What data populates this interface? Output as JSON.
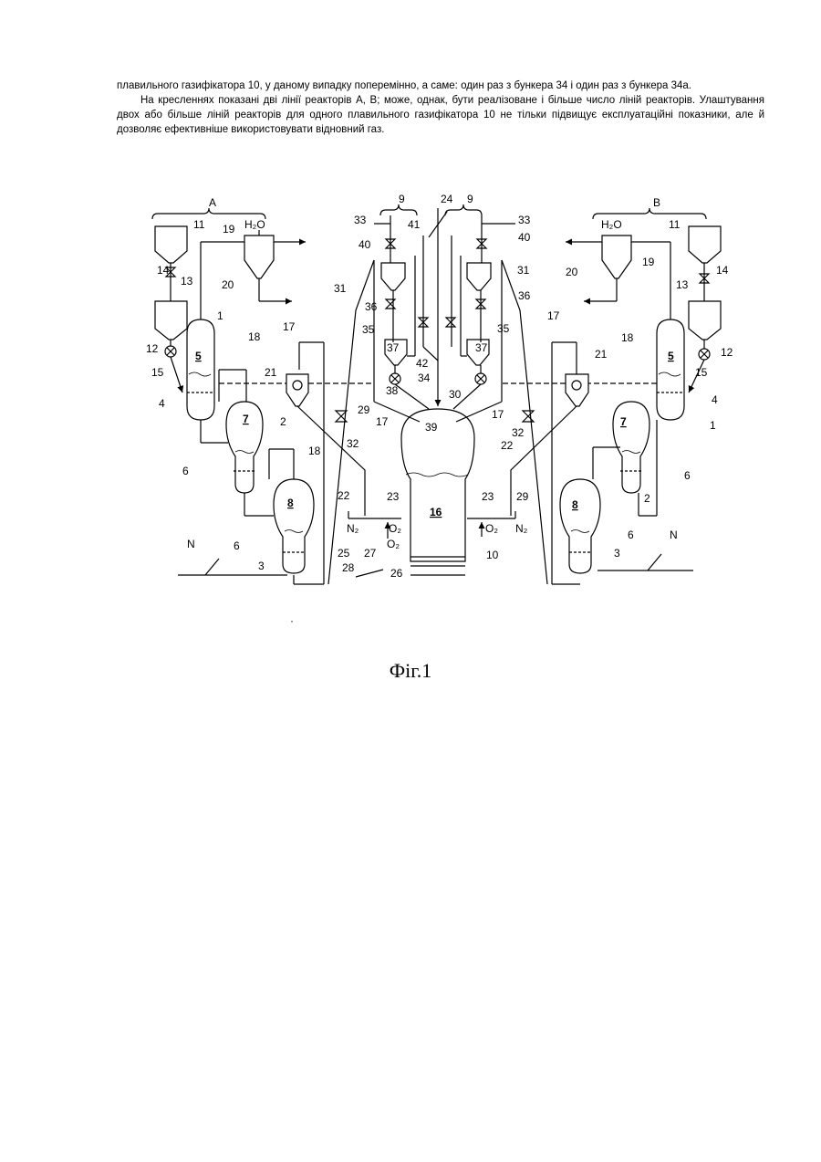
{
  "text": {
    "paragraph_1": "плавильного газифікатора 10, у даному випадку поперемінно, а саме: один раз з бункера 34 і один раз з бункера 34а.",
    "paragraph_2": "На кресленнях показані дві лінії реакторів А, В; може, однак, бути реалізоване і більше число ліній реакторів. Улаштування двох або більше ліній реакторів для одного плавильного газифікатора 10 не тільки підвищує експлуатаційні показники, але й дозволяє ефективніше використовувати відновний газ."
  },
  "figure": {
    "caption": "Фіг.1",
    "line_labels": {
      "left": "A",
      "right": "B"
    },
    "labels_left": [
      "11",
      "19",
      "H₂O",
      "14",
      "13",
      "20",
      "12",
      "1",
      "5",
      "15",
      "18",
      "17",
      "4",
      "21",
      "7",
      "2",
      "29",
      "6",
      "18",
      "32",
      "8",
      "22",
      "N",
      "6",
      "3",
      "N₂",
      "O₂"
    ],
    "labels_center": [
      "9",
      "24",
      "9",
      "33",
      "41",
      "33",
      "40",
      "40",
      "31",
      "31",
      "36",
      "36",
      "35",
      "35",
      "37",
      "37",
      "42",
      "34",
      "38",
      "30",
      "39",
      "16",
      "23",
      "23",
      "O₂",
      "25",
      "27",
      "10",
      "28",
      "26"
    ],
    "labels_right": [
      "B",
      "11",
      "H₂O",
      "14",
      "20",
      "19",
      "13",
      "12",
      "17",
      "18",
      "5",
      "21",
      "15",
      "4",
      "7",
      "1",
      "17",
      "32",
      "22",
      "6",
      "2",
      "8",
      "29",
      "O₂",
      "N₂",
      "6",
      "N",
      "3"
    ]
  }
}
